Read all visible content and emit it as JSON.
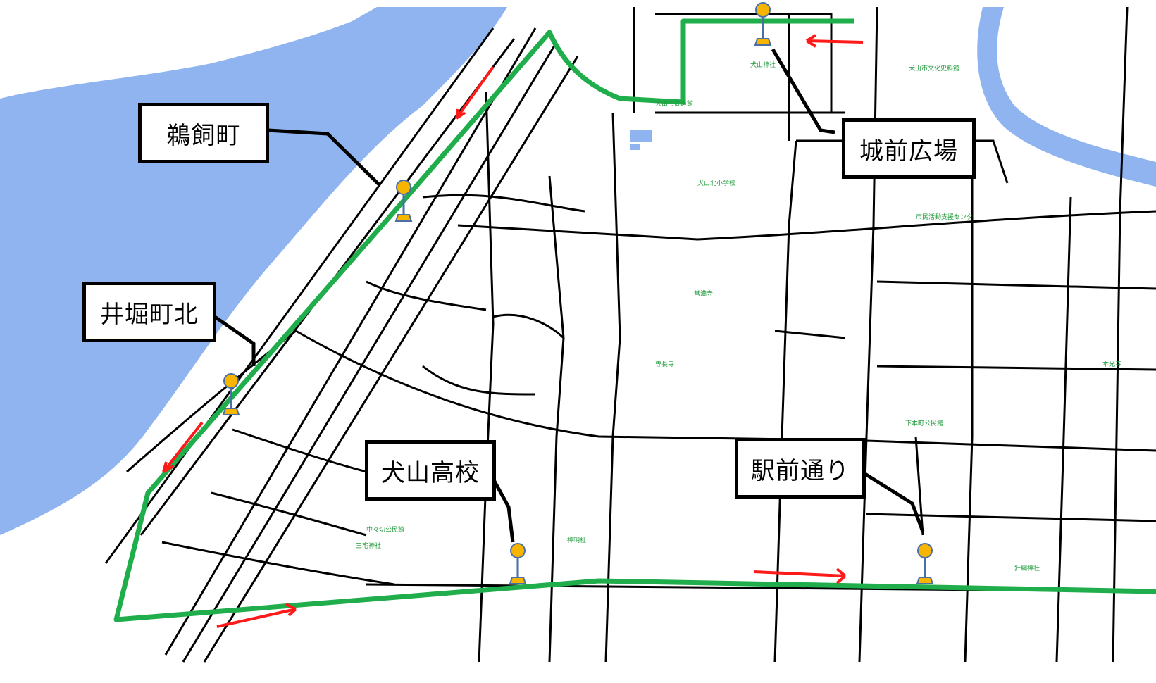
{
  "map": {
    "colors": {
      "water": "#8fb4f0",
      "road": "#000000",
      "route": "#1fae4b",
      "arrow": "#ff1a1a",
      "stop_marker": "#f7b500",
      "map_label": "#1e9a3a"
    },
    "callouts": [
      {
        "id": "ukaimachi",
        "label": "鵜飼町"
      },
      {
        "id": "ihorimachi-kita",
        "label": "井堀町北"
      },
      {
        "id": "inuyama-koko",
        "label": "犬山高校"
      },
      {
        "id": "jozen-hiroba",
        "label": "城前広場"
      },
      {
        "id": "ekimae-dori",
        "label": "駅前通り"
      }
    ],
    "map_labels": [
      "犬山北小学校",
      "市民活動支援センタ",
      "常満寺",
      "専長寺",
      "犬山神社",
      "中々切公民館",
      "三宅神社",
      "神明社",
      "下本町公民館",
      "本光寺",
      "針綱神社",
      "犬山市文化史料館",
      "犬山市武道館"
    ]
  }
}
